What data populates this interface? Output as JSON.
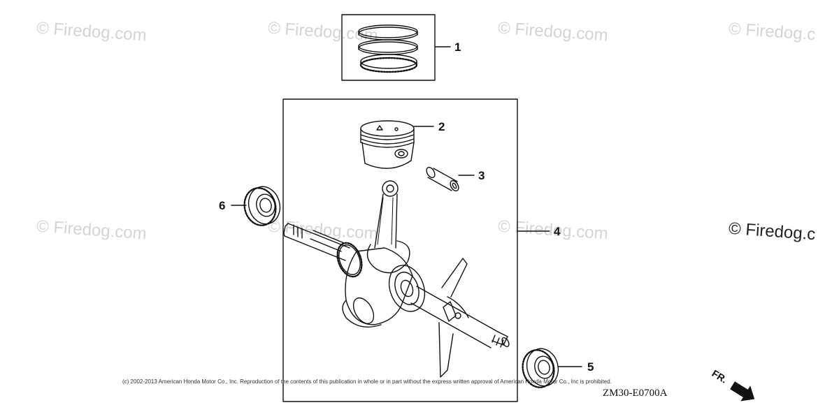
{
  "watermarks": [
    "© Firedog.com",
    "© Firedog.com",
    "© Firedog.com",
    "© Firedog.c",
    "© Firedog.com",
    "© Firedog.com",
    "© Firedog.com"
  ],
  "watermark_highlight": "© Firedog.c",
  "callouts": [
    {
      "num": "1",
      "part": "piston-ring-set"
    },
    {
      "num": "2",
      "part": "piston"
    },
    {
      "num": "3",
      "part": "piston-pin"
    },
    {
      "num": "4",
      "part": "crankshaft-assembly"
    },
    {
      "num": "5",
      "part": "oil-seal-right"
    },
    {
      "num": "6",
      "part": "oil-seal-left"
    }
  ],
  "copyright": "(c) 2002-2013 American Honda Motor Co., Inc. Reproduction of the contents of this publication in whole or in part without the express written approval of American Honda Motor Co., Inc is prohibited.",
  "diagram_code": "ZM30-E0700A",
  "front_label": "FR.",
  "colors": {
    "line": "#111111",
    "watermark": "#d4d4d4"
  }
}
